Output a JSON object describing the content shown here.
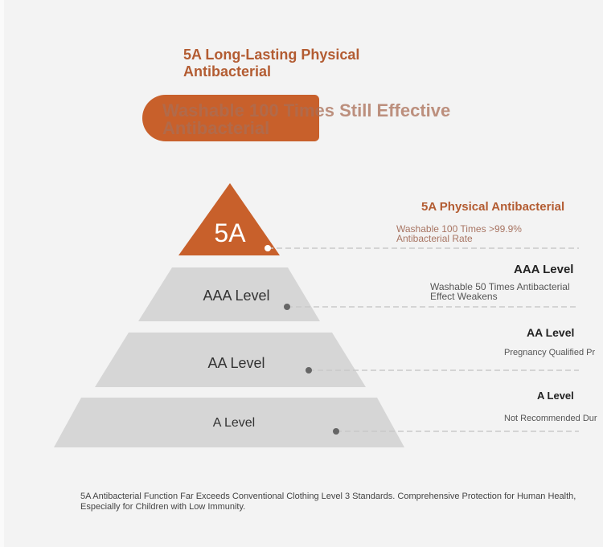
{
  "header": {
    "title": "5A Long-Lasting Physical Antibacterial",
    "subtitle": "Washable 100 Times Still Effective Antibacterial"
  },
  "pyramid": [
    {
      "label": "5A",
      "heading": "5A Physical Antibacterial",
      "description": "Washable 100 Times >99.9% Antibacterial Rate"
    },
    {
      "label": "AAA Level",
      "heading": "AAA Level",
      "description": "Washable 50 Times Antibacterial Effect Weakens"
    },
    {
      "label": "AA Level",
      "heading": "AA Level",
      "description": "Pregnancy Qualified Pr"
    },
    {
      "label": "A Level",
      "heading": "A Level",
      "description": "Not Recommended Dur"
    }
  ],
  "footer": "5A Antibacterial Function Far Exceeds Conventional Clothing Level 3 Standards. Comprehensive Protection for Human Health, Especially for Children with Low Immunity.",
  "colors": {
    "accent": "#c8602b",
    "tier": "#d6d6d6",
    "background": "#f3f3f3"
  }
}
